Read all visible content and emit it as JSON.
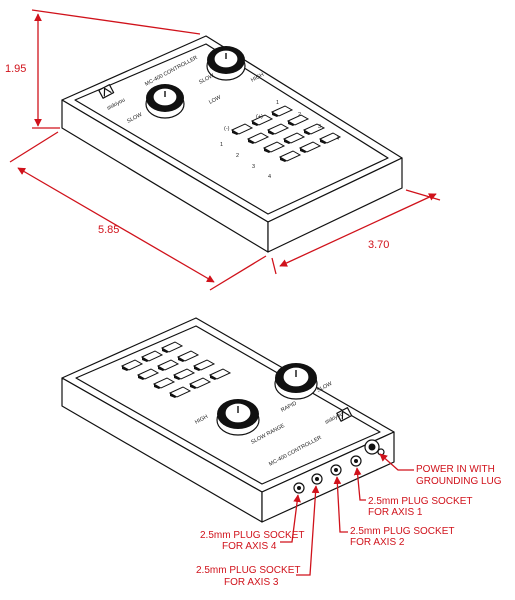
{
  "dimensions": {
    "height": "1.95",
    "length": "5.85",
    "width": "3.70"
  },
  "device": {
    "model": "MC-400 CONTROLLER",
    "brand": "siskiyou",
    "knob_left_label": "SLOW",
    "knob_right_low": "LOW",
    "knob_right_high": "HIGH",
    "knob_right_slow": "SLOW",
    "key_minus": "(-)",
    "key_plus": "(+)",
    "axis_numbers": [
      "1",
      "2",
      "3",
      "4"
    ],
    "back_knob_rapid": "RAPID",
    "back_knob_slow": "SLOW",
    "back_knob_high": "HIGH",
    "back_knob_slow_range": "SLOW RANGE"
  },
  "callouts": {
    "power_line1": "POWER IN WITH",
    "power_line2": "GROUNDING LUG",
    "axis1_line1": "2.5mm PLUG SOCKET",
    "axis1_line2": "FOR AXIS 1",
    "axis2_line1": "2.5mm PLUG SOCKET",
    "axis2_line2": "FOR AXIS 2",
    "axis4_line1": "2.5mm PLUG SOCKET",
    "axis4_line2": "FOR AXIS 4",
    "axis3_line1": "2.5mm PLUG SOCKET",
    "axis3_line2": "FOR AXIS 3"
  },
  "colors": {
    "callout": "#d0121b",
    "ink": "#111111"
  }
}
